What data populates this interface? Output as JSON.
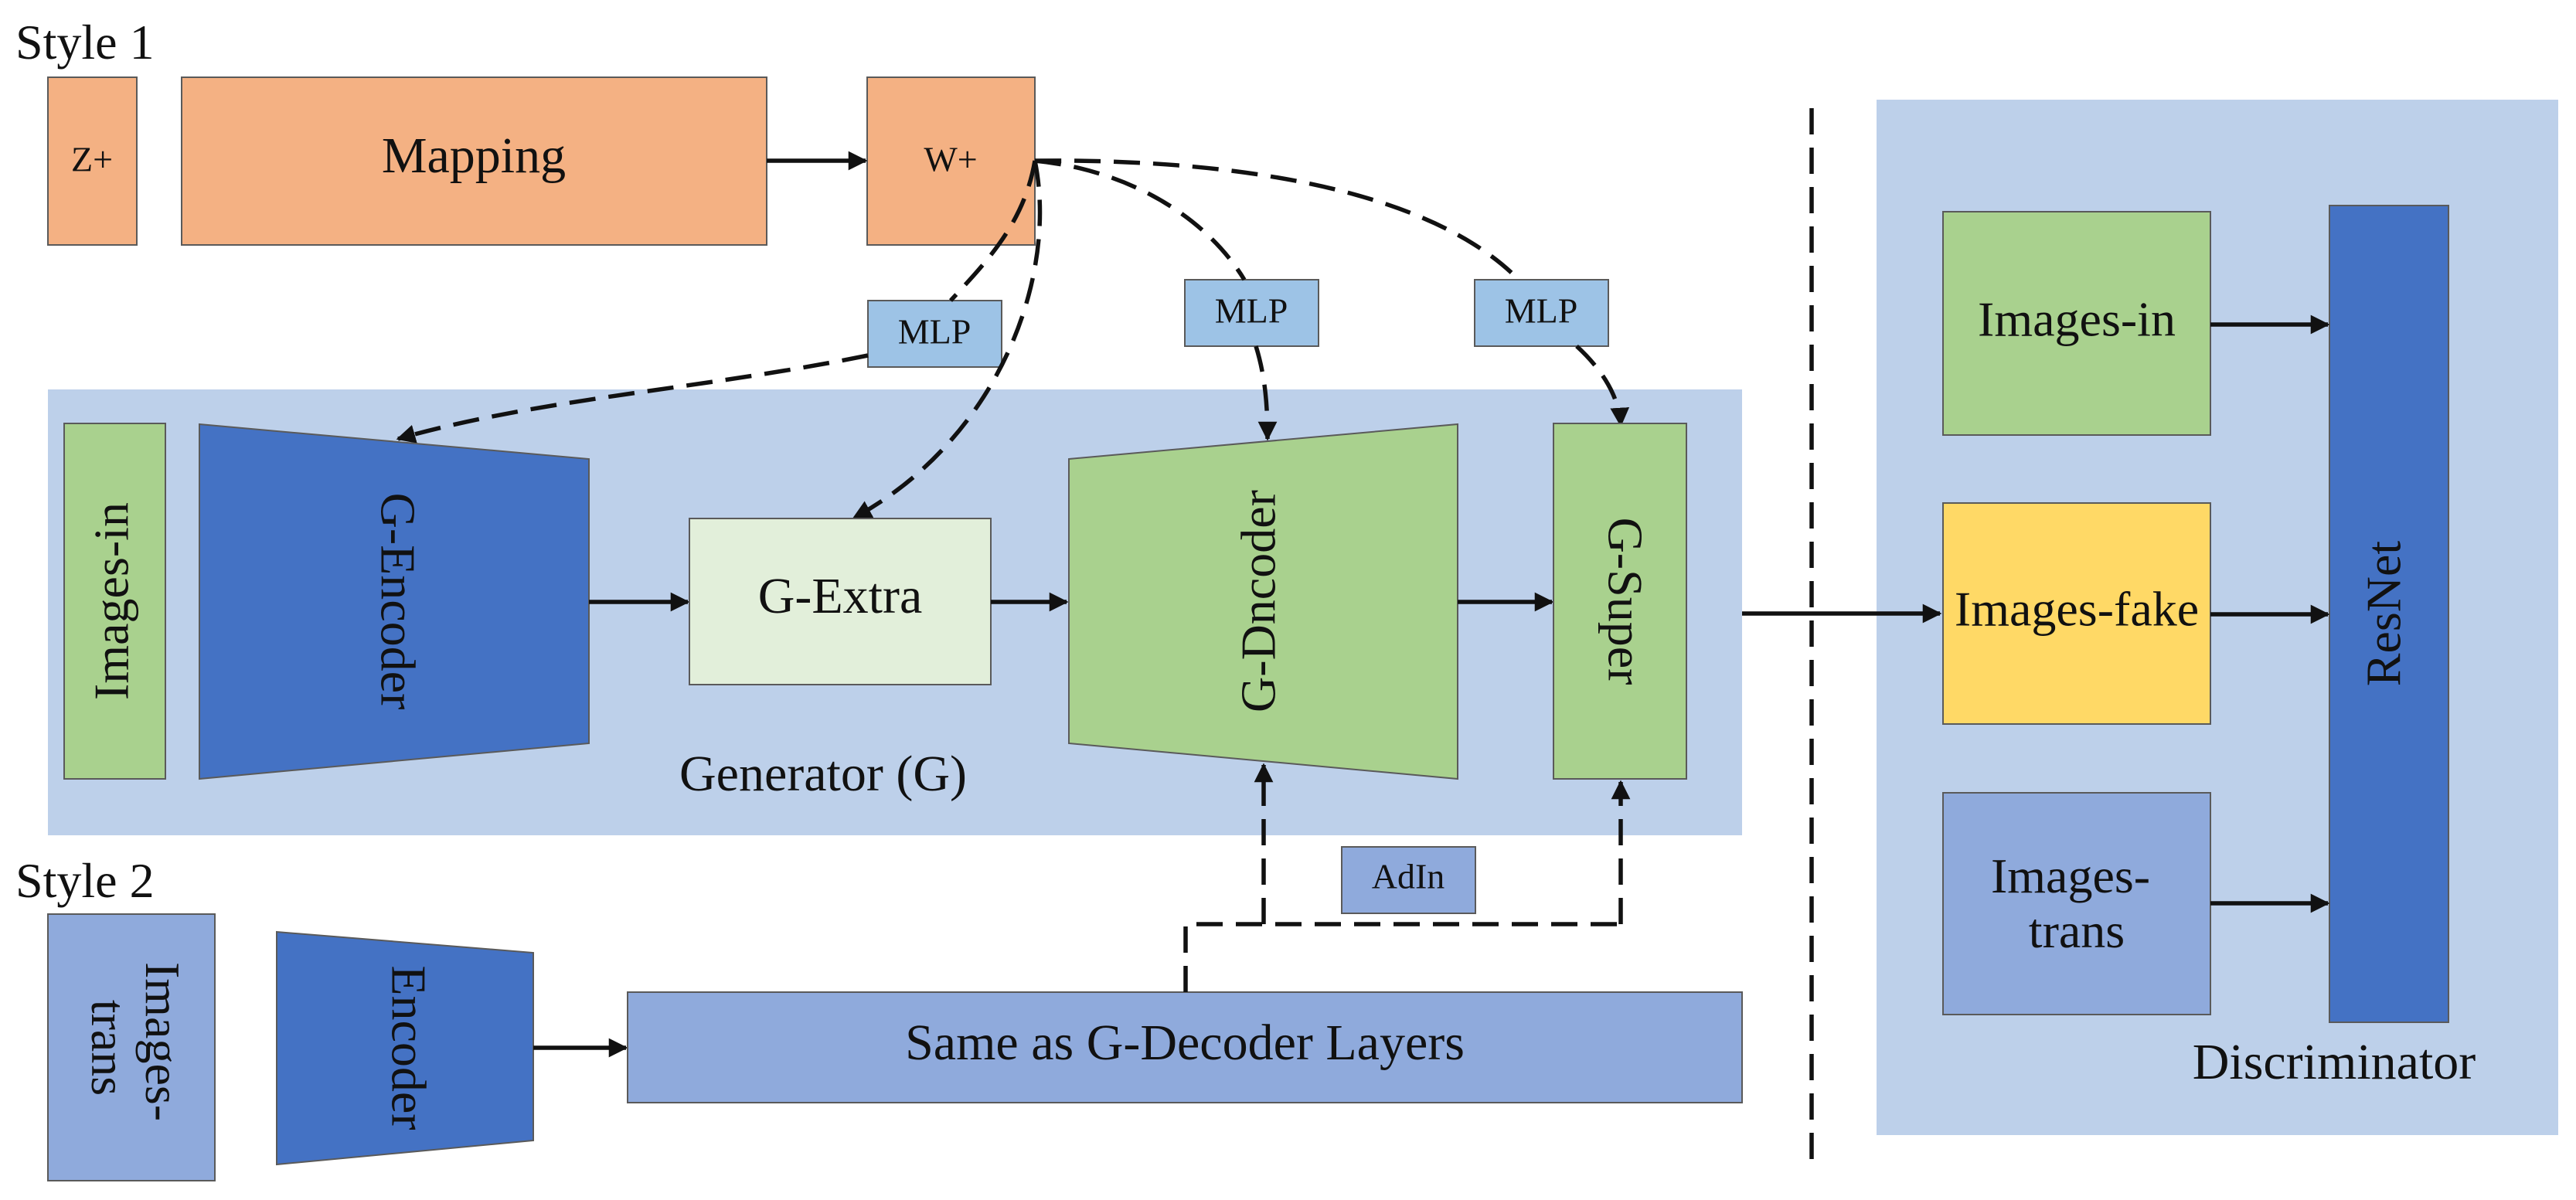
{
  "colors": {
    "orange": "#f4b183",
    "light_blue_panel": "#bdd0ea",
    "dark_blue": "#4472c4",
    "green": "#a9d18e",
    "light_green": "#e2efda",
    "yellow": "#ffd966",
    "mid_blue": "#8faadc",
    "mlp_blue": "#9dc3e6"
  },
  "style1": {
    "heading": "Style 1",
    "z_plus": "Z+",
    "mapping": "Mapping",
    "w_plus": "W+"
  },
  "mlp": [
    "MLP",
    "MLP",
    "MLP"
  ],
  "generator": {
    "label": "Generator (G)",
    "images_in": "Images-in",
    "encoder": "G-Encoder",
    "extra": "G-Extra",
    "decoder": "G-Dncoder",
    "super": "G-Super"
  },
  "adin": "AdIn",
  "style2": {
    "heading": "Style 2",
    "images_trans_line1": "Images-",
    "images_trans_line2": "trans",
    "encoder": "Encoder",
    "decoder_layers": "Same as G-Decoder Layers"
  },
  "discriminator": {
    "label": "Discriminator",
    "images_in": "Images-in",
    "images_fake": "Images-fake",
    "images_trans_line1": "Images-",
    "images_trans_line2": "trans",
    "resnet": "ResNet"
  }
}
